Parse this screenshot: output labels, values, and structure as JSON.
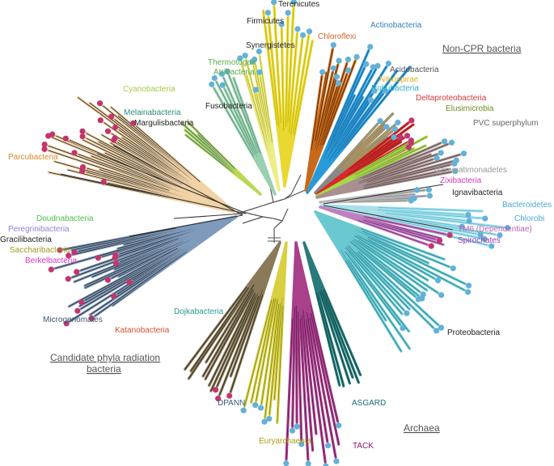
{
  "colors": {
    "cpr_dot": "#c2366d",
    "noncpr_dot": "#63b1d8",
    "trunk": "#555555",
    "cpr_branch": "#f2d3a6",
    "cpr_fringe": "#2b2b2b",
    "micro_branch": "#7f9bbd"
  },
  "group_labels": {
    "non_cpr": "Non-CPR bacteria",
    "cpr_line1": "Candidate phyla radiation",
    "cpr_line2": "bacteria",
    "archaea": "Archaea"
  },
  "taxa": [
    {
      "id": "terenicutes",
      "label": "Terenicutes",
      "color": "#222222"
    },
    {
      "id": "firmicutes",
      "label": "Firmicutes",
      "color": "#222222"
    },
    {
      "id": "synergistetes",
      "label": "Synergistetes",
      "color": "#222222"
    },
    {
      "id": "chloroflexi",
      "label": "Chloroflexi",
      "color": "#d0662a"
    },
    {
      "id": "actinobacteria",
      "label": "Actinobacteria",
      "color": "#3a7fb5"
    },
    {
      "id": "thermotogae",
      "label": "Thermotogae",
      "color": "#5cab4a"
    },
    {
      "id": "atribacteria",
      "label": "Atribacteria",
      "color": "#5cab4a"
    },
    {
      "id": "acidobacteria",
      "label": "Acidobacteria",
      "color": "#555555"
    },
    {
      "id": "nitrospirae",
      "label": "Nitrospirae",
      "color": "#e0b020"
    },
    {
      "id": "rokubacteria",
      "label": "Rokubacteria",
      "color": "#2bb0c8"
    },
    {
      "id": "cyanobacteria",
      "label": "Cyanobacteria",
      "color": "#a8c94c"
    },
    {
      "id": "fusobacteria",
      "label": "Fusobacteria",
      "color": "#222222"
    },
    {
      "id": "deltaproteobacteria",
      "label": "Deltaproteobacteria",
      "color": "#d03a3a"
    },
    {
      "id": "elusimicrobia",
      "label": "Elusimicrobia",
      "color": "#6b8f20"
    },
    {
      "id": "melainabacteria",
      "label": "Melainabacteria",
      "color": "#2a8c7a"
    },
    {
      "id": "margulisbacteria",
      "label": "Margulisbacteria",
      "color": "#222222"
    },
    {
      "id": "pvc",
      "label": "PVC superphylum",
      "color": "#666666"
    },
    {
      "id": "parcubacteria",
      "label": "Parcubacteria",
      "color": "#d88a2a"
    },
    {
      "id": "gemmatimonadetes",
      "label": "Gemmatimonadetes",
      "color": "#999999"
    },
    {
      "id": "zixibacteria",
      "label": "Zixibacteria",
      "color": "#d33ac0"
    },
    {
      "id": "ignavibacteria",
      "label": "Ignavibacteria",
      "color": "#222222"
    },
    {
      "id": "bacteroidetes",
      "label": "Bacteroidetes",
      "color": "#4aaad0"
    },
    {
      "id": "doudnabacteria",
      "label": "Doudnabacteria",
      "color": "#4cc04c"
    },
    {
      "id": "chlorobi",
      "label": "Chlorobi",
      "color": "#4aaad0"
    },
    {
      "id": "peregrinibacteria",
      "label": "Peregrinibacteria",
      "color": "#9a7fd8"
    },
    {
      "id": "tm6",
      "label": "TM6 (Dependentiae)",
      "color": "#c060b0"
    },
    {
      "id": "gracilibacteria",
      "label": "Gracilibacteria",
      "color": "#222222"
    },
    {
      "id": "spirochates",
      "label": "Spirochates",
      "color": "#a03ab0"
    },
    {
      "id": "saccharibacteria",
      "label": "Saccharibacteria",
      "color": "#a09a20"
    },
    {
      "id": "berkelbacteria",
      "label": "Berkelbacteria",
      "color": "#d33ac0"
    },
    {
      "id": "dojkabacteria",
      "label": "Dojkabacteria",
      "color": "#2a9a90"
    },
    {
      "id": "microgenomates",
      "label": "Microgenomates",
      "color": "#3a5a7a"
    },
    {
      "id": "katanobacteria",
      "label": "Katanobacteria",
      "color": "#d0502a"
    },
    {
      "id": "proteobacteria",
      "label": "Proteobacteria",
      "color": "#222222"
    },
    {
      "id": "dpann",
      "label": "DPANN",
      "color": "#3a5a7a"
    },
    {
      "id": "asgard",
      "label": "ASGARD",
      "color": "#1a6a70"
    },
    {
      "id": "euryarchaeota",
      "label": "Euryarchaeota",
      "color": "#b09a10"
    },
    {
      "id": "tack",
      "label": "TACK",
      "color": "#8a1a6a"
    }
  ],
  "clades": [
    {
      "id": "parcubacteria",
      "color": "#f2d3a6",
      "fringe": "#2b2b2b",
      "dot": "cpr"
    },
    {
      "id": "microgenomates",
      "color": "#7f9bbd",
      "fringe": "#2b2b2b",
      "dot": "cpr"
    },
    {
      "id": "terenicutes",
      "color": "#e8d831",
      "fringe": "#c8b800",
      "dot": "noncpr"
    },
    {
      "id": "chloroflexi",
      "color": "#c86a1a",
      "fringe": "#5a2a0a",
      "dot": "noncpr"
    },
    {
      "id": "actinobacteria",
      "color": "#2a9ad8",
      "fringe": "#1a6aa0",
      "dot": "noncpr"
    },
    {
      "id": "synergistetes",
      "color": "#eeee88",
      "fringe": "#b0b030",
      "dot": "noncpr"
    },
    {
      "id": "thermotogae",
      "color": "#9ad0b0",
      "fringe": "#5a9a7a",
      "dot": "noncpr"
    },
    {
      "id": "cyanobacteria",
      "color": "#b8d850",
      "fringe": "#3a6aa0",
      "dot": "none"
    },
    {
      "id": "acidobacteria",
      "color": "#888888",
      "fringe": "#d8a020",
      "dot": "noncpr"
    },
    {
      "id": "deltaproteobacteria",
      "color": "#d82a2a",
      "fringe": "#8a1a1a",
      "dot": "cpr"
    },
    {
      "id": "elusimicrobia",
      "color": "#a8d848",
      "fringe": "#6a9a2a",
      "dot": "none"
    },
    {
      "id": "pvc",
      "color": "#a89090",
      "fringe": "#5a4a4a",
      "dot": "noncpr"
    },
    {
      "id": "gemmatimonadetes",
      "color": "#bbbbbb",
      "fringe": "#888888",
      "dot": "noncpr"
    },
    {
      "id": "bacteroidetes",
      "color": "#a8e0ea",
      "fringe": "#5ac0d8",
      "dot": "noncpr"
    },
    {
      "id": "tm6",
      "color": "#c080c0",
      "fringe": "#7a2a7a",
      "dot": "cpr"
    },
    {
      "id": "proteobacteria",
      "color": "#6ac8d0",
      "fringe": "#2a8a9a",
      "dot": "noncpr"
    },
    {
      "id": "dpann",
      "color": "#8a7a5a",
      "fringe": "#2a2a1a",
      "dot": "cpr"
    },
    {
      "id": "euryarchaeota",
      "color": "#d8d040",
      "fringe": "#8a8a1a",
      "dot": "noncpr"
    },
    {
      "id": "tack",
      "color": "#a8408a",
      "fringe": "#6a1a5a",
      "dot": "noncpr"
    },
    {
      "id": "asgard",
      "color": "#2a7a7a",
      "fringe": "#0a4a4a",
      "dot": "none"
    }
  ]
}
